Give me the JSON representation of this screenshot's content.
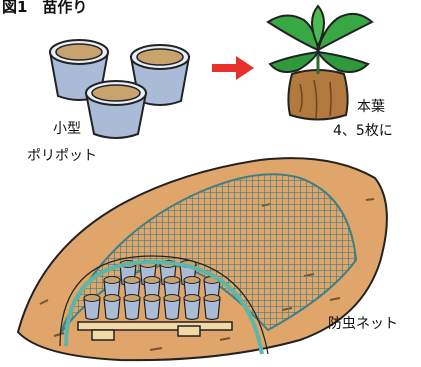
{
  "figure": {
    "title": "図1　苗作り",
    "pot_label_line1": "小型",
    "pot_label_line2": "ポリポット",
    "leaf_label_line1": "本葉",
    "leaf_label_line2": "4、5枚に",
    "net_label": "防虫ネット"
  },
  "colors": {
    "arrow": "#e8302a",
    "soil_mound": "#dfa56a",
    "mesh": "#3f7f86",
    "hoop": "#5cb7a9",
    "pot": "#a9bbd6",
    "pot_soil": "#c9a36e",
    "leaf": "#2f9a3c",
    "tray": "#f2d9a8"
  },
  "icons": {
    "arrow": "right-arrow-icon",
    "seedling": "seedling-icon"
  }
}
